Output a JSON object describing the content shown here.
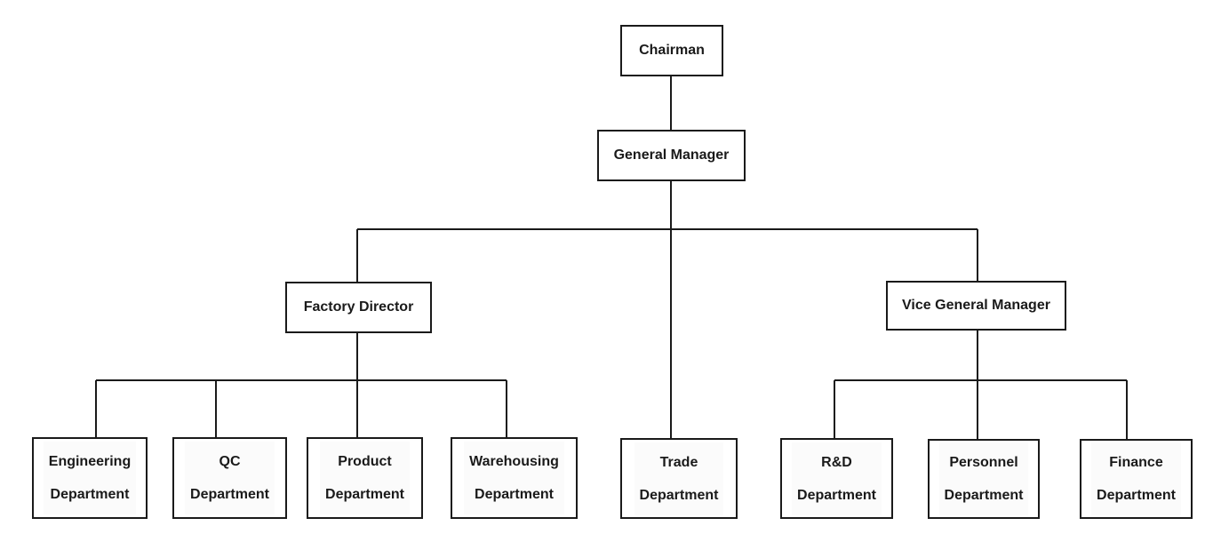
{
  "nodes": {
    "chairman": "Chairman",
    "general_manager": "General Manager",
    "factory_director": "Factory Director",
    "vice_general_manager": "Vice General Manager"
  },
  "departments": {
    "engineering": {
      "line1": "Engineering",
      "line2": "Department"
    },
    "qc": {
      "line1": "QC",
      "line2": "Department"
    },
    "product": {
      "line1": "Product",
      "line2": "Department"
    },
    "warehousing": {
      "line1": "Warehousing",
      "line2": "Department"
    },
    "trade": {
      "line1": "Trade",
      "line2": "Department"
    },
    "rd": {
      "line1": "R&D",
      "line2": "Department"
    },
    "personnel": {
      "line1": "Personnel",
      "line2": "Department"
    },
    "finance": {
      "line1": "Finance",
      "line2": "Department"
    }
  },
  "colors": {
    "line": "#1a1a1a",
    "box_border": "#1a1a1a",
    "text": "#1a1a1a",
    "background": "#ffffff"
  }
}
